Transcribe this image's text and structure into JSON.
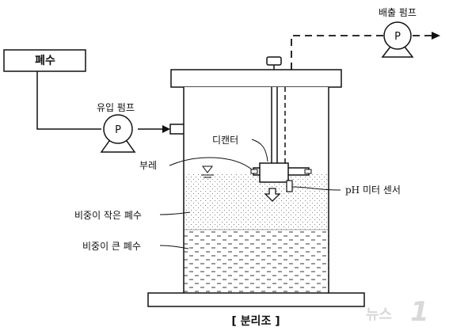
{
  "labels": {
    "wastewater": "폐수",
    "inflow_pump": "유입 펌프",
    "discharge_pump": "배출 펌프",
    "decanter": "디캔터",
    "float": "부레",
    "ph_sensor": "pH 미터 센서",
    "low_density": "비중이 작은 폐수",
    "high_density": "비중이 큰 폐수",
    "pump_symbol": "P",
    "caption": "[ 분리조 ]"
  },
  "watermark": {
    "text": "뉴스",
    "number": "1"
  }
}
